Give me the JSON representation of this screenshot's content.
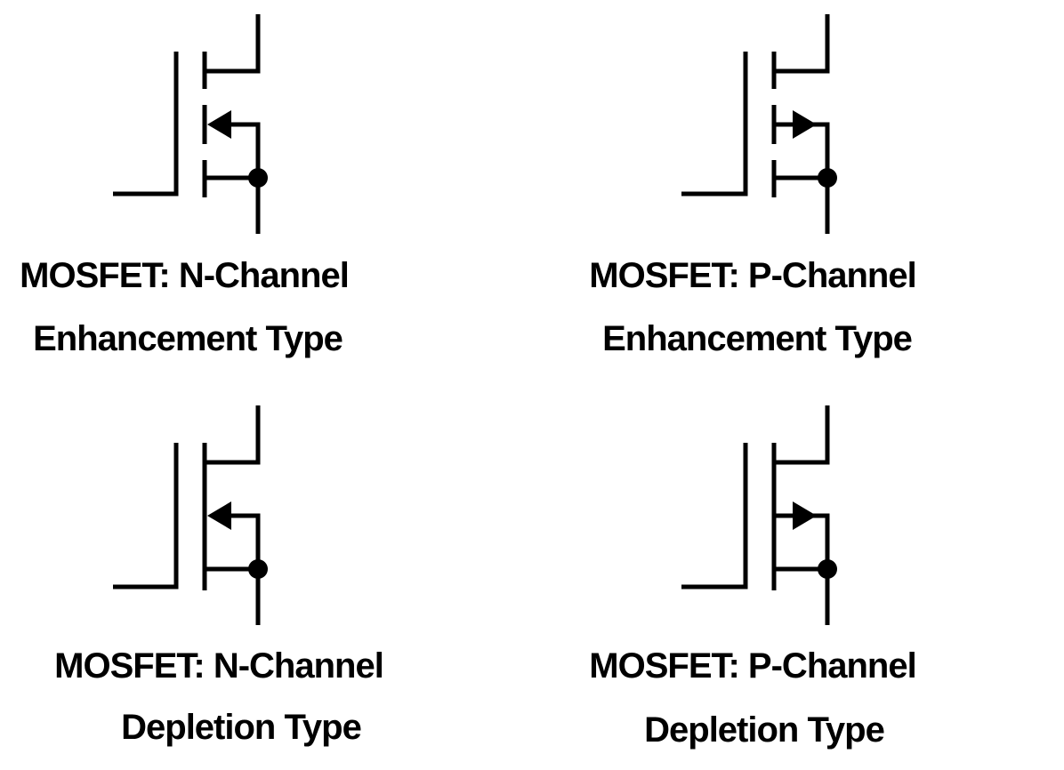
{
  "colors": {
    "line": "#000000",
    "background": "#ffffff"
  },
  "symbols": [
    {
      "id": "n-enhancement",
      "channel": "N",
      "mode": "enhancement",
      "caption": [
        "MOSFET: N-Channel",
        "Enhancement Type"
      ]
    },
    {
      "id": "p-enhancement",
      "channel": "P",
      "mode": "enhancement",
      "caption": [
        "MOSFET: P-Channel",
        "Enhancement Type"
      ]
    },
    {
      "id": "n-depletion",
      "channel": "N",
      "mode": "depletion",
      "caption": [
        "MOSFET: N-Channel",
        "Depletion Type"
      ]
    },
    {
      "id": "p-depletion",
      "channel": "P",
      "mode": "depletion",
      "caption": [
        "MOSFET: P-Channel",
        "Depletion Type"
      ]
    }
  ]
}
